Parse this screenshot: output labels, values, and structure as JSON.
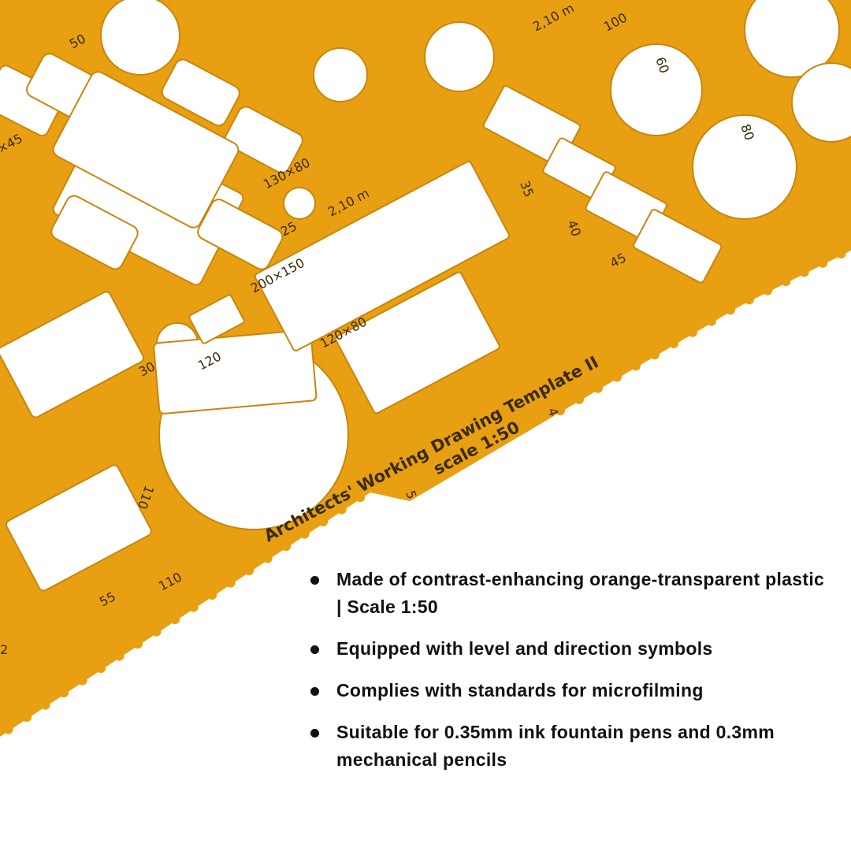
{
  "product": {
    "name": "Architects' Working Drawing Template II",
    "scale_label": "scale 1:50",
    "template_color": "#E8A012",
    "template_markings": [
      "50",
      "130×80",
      "25",
      "2,10 m",
      "200×150",
      "120×80",
      "120",
      "30",
      "35",
      "40",
      "45",
      "60",
      "80",
      "100",
      "2,10 m",
      "110",
      "55",
      "110",
      "4",
      "5",
      "×45",
      "2"
    ]
  },
  "features": [
    "Made of contrast-enhancing orange-transparent plastic | Scale 1:50",
    "Equipped with level and direction symbols",
    "Complies with standards for microfilming",
    "Suitable for 0.35mm ink fountain pens and 0.3mm mechanical pencils"
  ]
}
